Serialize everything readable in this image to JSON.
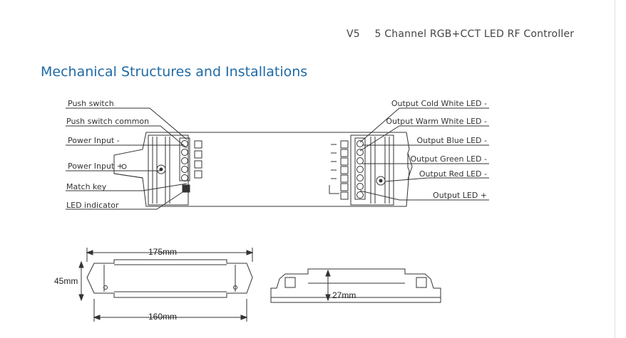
{
  "header": {
    "version": "V5",
    "title": "5 Channel RGB+CCT LED RF Controller"
  },
  "section_title": "Mechanical Structures and Installations",
  "left_labels": {
    "push_switch": "Push switch",
    "push_switch_common": "Push switch common",
    "power_input_minus": "Power Input -",
    "power_input_plus": "Power Input +",
    "match_key": "Match key",
    "led_indicator": "LED indicator"
  },
  "right_labels": {
    "output_cold_white": "Output Cold White LED -",
    "output_warm_white": "Output Warm White LED -",
    "output_blue": "Output Blue LED -",
    "output_green": "Output Green LED -",
    "output_red": "Output Red LED -",
    "output_plus": "Output LED +"
  },
  "dimensions": {
    "length_outer": "175mm",
    "height": "45mm",
    "length_inner": "160mm",
    "depth": "27mm"
  }
}
